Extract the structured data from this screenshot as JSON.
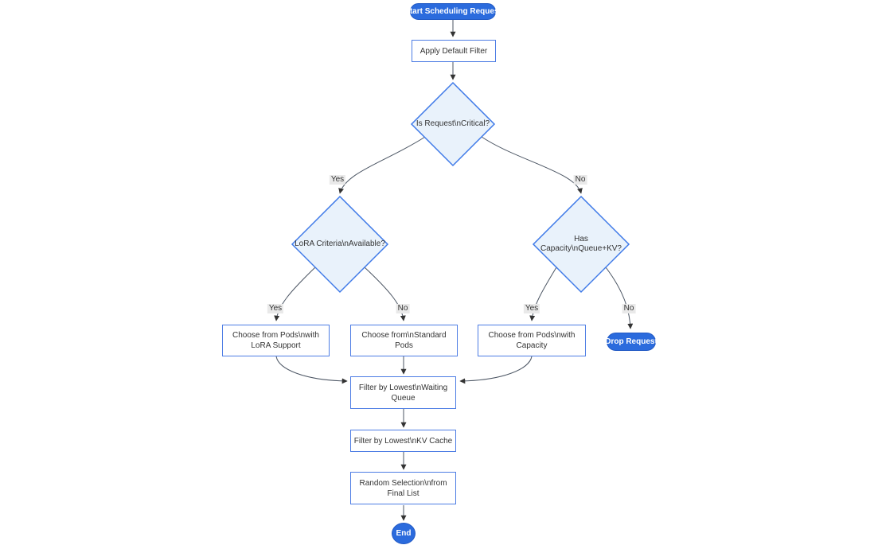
{
  "diagram": {
    "type": "flowchart",
    "nodes": {
      "start": "Start Scheduling Request",
      "apply_filter": "Apply Default Filter",
      "is_critical": "Is Request\\nCritical?",
      "lora_criteria": "LoRA Criteria\\nAvailable?",
      "has_capacity": "Has Capacity\\nQueue+KV?",
      "choose_lora": "Choose from Pods\\nwith\nLoRA Support",
      "choose_standard": "Choose from\\nStandard\nPods",
      "choose_capacity": "Choose from Pods\\nwith\nCapacity",
      "drop_request": "Drop Request",
      "filter_queue": "Filter by Lowest\\nWaiting\nQueue",
      "filter_kv": "Filter by Lowest\\nKV Cache",
      "random_selection": "Random Selection\\nfrom\nFinal List",
      "end": "End"
    },
    "edge_labels": {
      "critical_yes": "Yes",
      "critical_no": "No",
      "lora_yes": "Yes",
      "lora_no": "No",
      "capacity_yes": "Yes",
      "capacity_no": "No"
    },
    "colors": {
      "accent_blue": "#2b6bdd",
      "decision_fill": "#e9f2fb",
      "decision_border": "#3f7ae8",
      "node_border": "#4d7de4",
      "edge_line": "#4b5563",
      "edge_label_bg": "#e9e9e9",
      "text": "#333333"
    }
  }
}
